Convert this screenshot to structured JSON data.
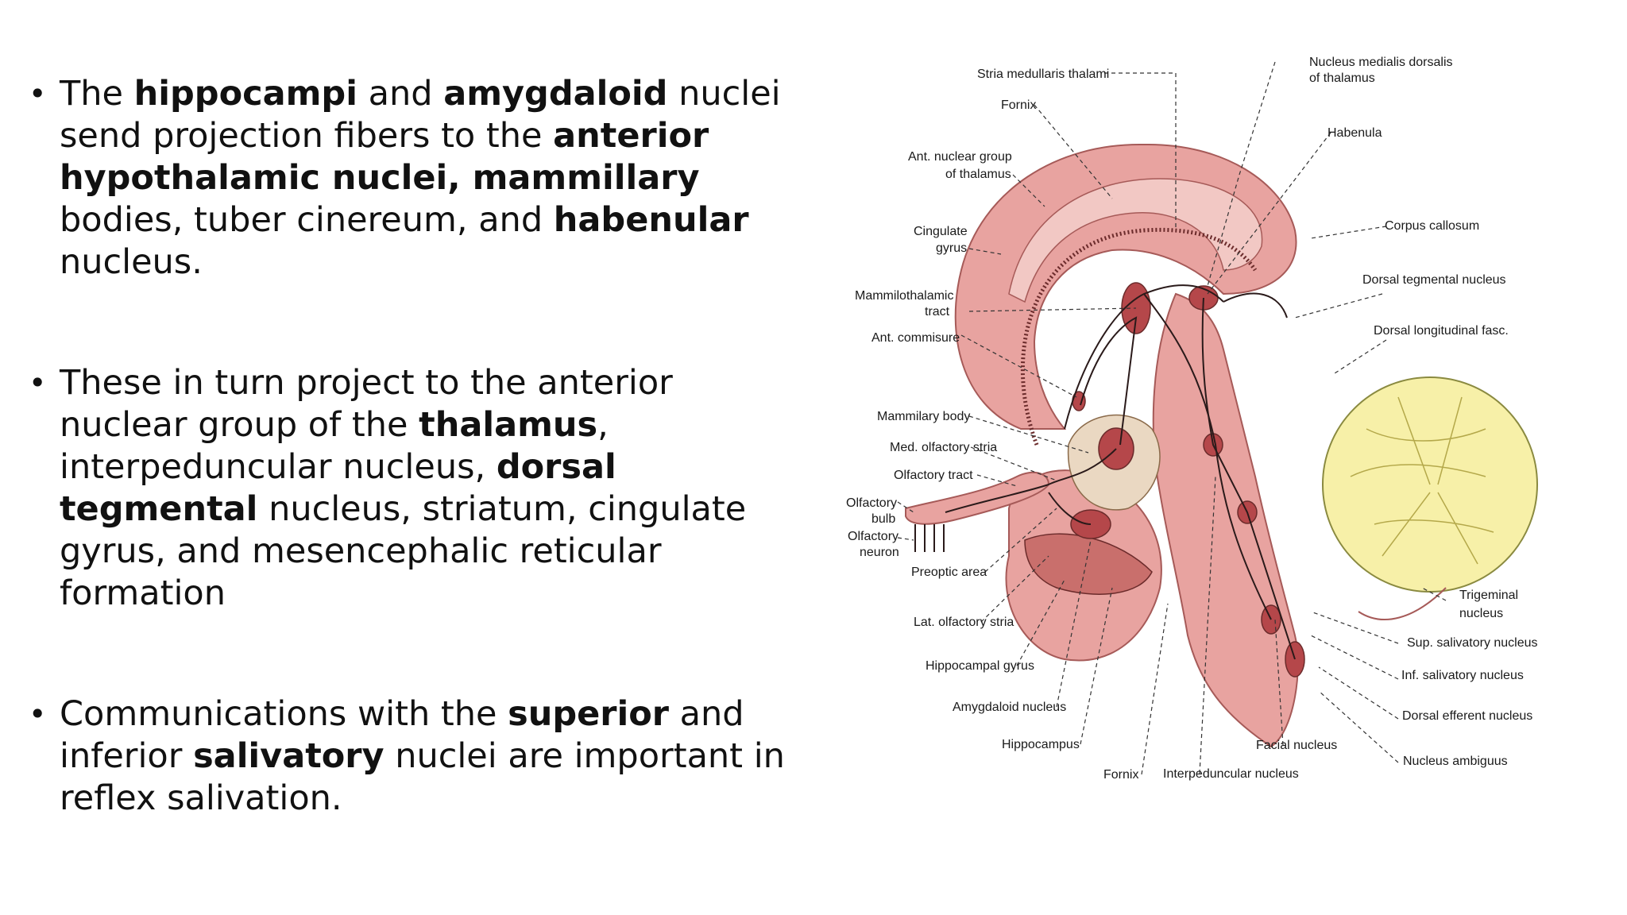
{
  "bullets": [
    [
      {
        "t": "The ",
        "b": false
      },
      {
        "t": "hippocampi",
        "b": true
      },
      {
        "t": " and ",
        "b": false
      },
      {
        "t": "amygdaloid",
        "b": true
      },
      {
        "t": " nuclei send projection fibers to the ",
        "b": false
      },
      {
        "t": "anterior hypothalamic nuclei, mammillary",
        "b": true
      },
      {
        "t": " bodies, tuber cinereum, and ",
        "b": false
      },
      {
        "t": "habenular",
        "b": true
      },
      {
        "t": " nucleus.",
        "b": false
      }
    ],
    [
      {
        "t": " These in turn project to the anterior nuclear group of the ",
        "b": false
      },
      {
        "t": "thalamus",
        "b": true
      },
      {
        "t": ", interpeduncular nucleus, ",
        "b": false
      },
      {
        "t": "dorsal tegmental",
        "b": true
      },
      {
        "t": " nucleus, striatum, cingulate gyrus, and mesencephalic reticular formation",
        "b": false
      }
    ],
    [
      {
        "t": "Communications with the ",
        "b": false
      },
      {
        "t": "superior",
        "b": true
      },
      {
        "t": " and inferior ",
        "b": false
      },
      {
        "t": "salivatory",
        "b": true
      },
      {
        "t": " nuclei are important in reflex  salivation.",
        "b": false
      }
    ]
  ],
  "diagram": {
    "labels": {
      "stria_medullaris": "Stria medullaris thalami",
      "fornix_top": "Fornix",
      "ant_nuclear_1": "Ant. nuclear group",
      "ant_nuclear_2": "of thalamus",
      "cingulate_1": "Cingulate",
      "cingulate_2": "gyrus",
      "mammilothalamic_1": "Mammilothalamic",
      "mammilothalamic_2": "tract",
      "ant_commisure": "Ant. commisure",
      "mammilary_body": "Mammilary body",
      "med_olfactory": "Med. olfactory stria",
      "olfactory_tract": "Olfactory tract",
      "olfactory_bulb_1": "Olfactory",
      "olfactory_bulb_2": "bulb",
      "olfactory_neuron_1": "Olfactory",
      "olfactory_neuron_2": "neuron",
      "preoptic": "Preoptic area",
      "lat_olfactory": "Lat. olfactory stria",
      "hippocampal_gyrus": "Hippocampal gyrus",
      "amygdaloid": "Amygdaloid nucleus",
      "hippocampus": "Hippocampus",
      "fornix_bottom": "Fornix",
      "interpeduncular": "Interpeduncular nucleus",
      "facial": "Facial nucleus",
      "nucleus_medialis_1": "Nucleus medialis dorsalis",
      "nucleus_medialis_2": "of thalamus",
      "habenula": "Habenula",
      "corpus_callosum": "Corpus callosum",
      "dorsal_tegmental": "Dorsal tegmental nucleus",
      "dorsal_longitudinal": "Dorsal longitudinal fasc.",
      "trigeminal_1": "Trigeminal",
      "trigeminal_2": "nucleus",
      "sup_salivatory": "Sup. salivatory nucleus",
      "inf_salivatory": "Inf. salivatory nucleus",
      "dorsal_efferent": "Dorsal efferent nucleus",
      "nucleus_ambiguus": "Nucleus ambiguus"
    },
    "colors": {
      "brain_fill": "#e8a3a0",
      "brain_dark": "#c96f6c",
      "nucleus": "#b5474a",
      "hypothalamus": "#ead8c2",
      "cerebellum": "#f7f0a8"
    }
  }
}
